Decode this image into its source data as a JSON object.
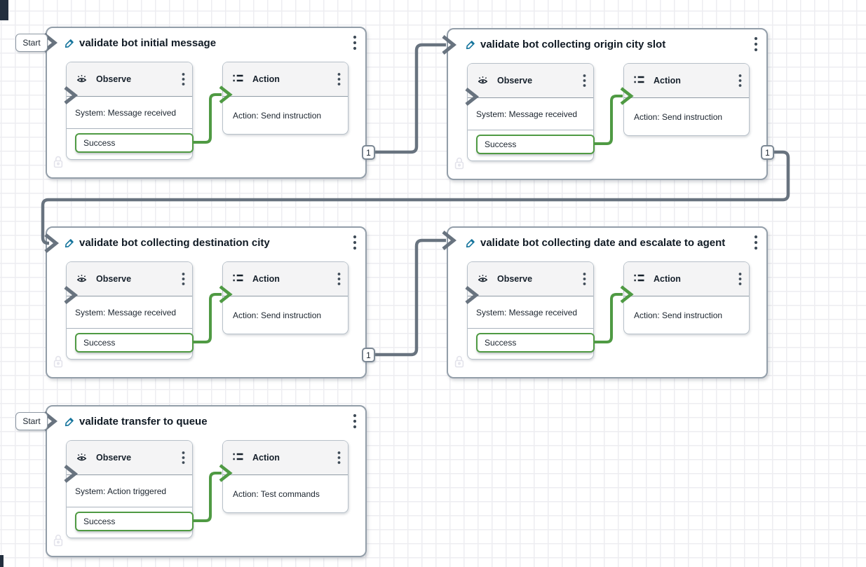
{
  "app": {
    "name": "flow test canvas"
  },
  "labels": {
    "start": "Start"
  },
  "colors": {
    "connector_gray": "#68737f",
    "success_green": "#4f9a43",
    "edit_pencil_blue": "#15749c",
    "card_border": "#939ea9",
    "block_header_bg": "#f4f4f5",
    "grid_line": "#ededf1"
  },
  "icons": {
    "edit": "pencil-icon",
    "menu": "kebab-menu-icon",
    "observe": "eye-icon",
    "action": "list-icon",
    "lock": "lock-icon",
    "entry": "chevron-right-icon"
  },
  "nodes": [
    {
      "title": "validate bot initial message",
      "start": true,
      "observe": {
        "label": "Observe",
        "row": "System: Message received",
        "port": "Success"
      },
      "action": {
        "label": "Action",
        "row": "Action: Send instruction"
      }
    },
    {
      "title": "validate bot collecting origin city slot",
      "start": false,
      "observe": {
        "label": "Observe",
        "row": "System: Message received",
        "port": "Success"
      },
      "action": {
        "label": "Action",
        "row": "Action: Send instruction"
      }
    },
    {
      "title": "validate bot collecting destination city",
      "start": false,
      "observe": {
        "label": "Observe",
        "row": "System: Message received",
        "port": "Success"
      },
      "action": {
        "label": "Action",
        "row": "Action: Send instruction"
      }
    },
    {
      "title": "validate bot collecting date and escalate to agent",
      "start": false,
      "observe": {
        "label": "Observe",
        "row": "System: Message received",
        "port": "Success"
      },
      "action": {
        "label": "Action",
        "row": "Action: Send instruction"
      }
    },
    {
      "title": "validate transfer to queue",
      "start": true,
      "observe": {
        "label": "Observe",
        "row": "System: Action triggered",
        "port": "Success"
      },
      "action": {
        "label": "Action",
        "row": "Action: Test commands"
      }
    }
  ],
  "connectors": [
    {
      "badge": "1",
      "from": "validate bot initial message",
      "to": "validate bot collecting origin city slot"
    },
    {
      "badge": "1",
      "from": "validate bot collecting origin city slot",
      "to": "validate bot collecting destination city"
    },
    {
      "badge": "1",
      "from": "validate bot collecting destination city",
      "to": "validate bot collecting date and escalate to agent"
    }
  ]
}
